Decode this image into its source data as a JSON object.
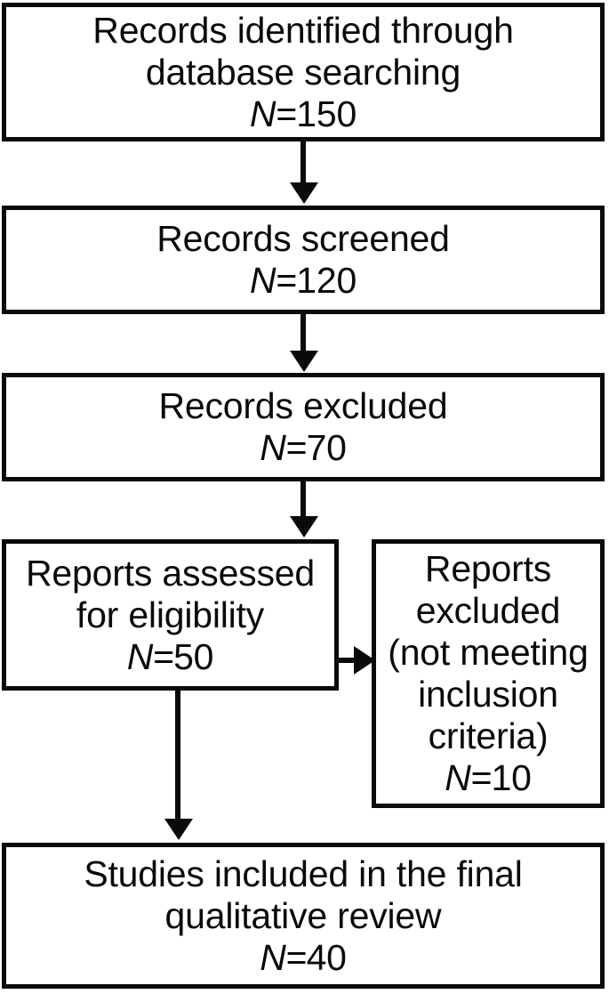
{
  "diagram": {
    "type": "prisma-flow-diagram",
    "title": "",
    "background_color": "#ffffff",
    "line_color": "#0a0a0a",
    "boxes": [
      {
        "id": "identified",
        "name": "records-identified",
        "lines": [
          "Records identified through",
          "database searching"
        ],
        "count_symbol": "N",
        "count_operator": "=",
        "count_value": "150"
      },
      {
        "id": "screened",
        "name": "records-screened",
        "lines": [
          "Records screened"
        ],
        "count_symbol": "N",
        "count_operator": "=",
        "count_value": "120"
      },
      {
        "id": "excluded",
        "name": "records-excluded",
        "lines": [
          "Records excluded"
        ],
        "count_symbol": "N",
        "count_operator": "=",
        "count_value": "70"
      },
      {
        "id": "eligibility",
        "name": "reports-assessed-for-eligibility",
        "lines": [
          "Reports assessed",
          "for eligibility"
        ],
        "count_symbol": "N",
        "count_operator": "=",
        "count_value": "50"
      },
      {
        "id": "reports_excluded",
        "name": "reports-excluded",
        "lines": [
          "Reports",
          "excluded",
          "(not meeting",
          "inclusion",
          "criteria)"
        ],
        "count_symbol": "N",
        "count_operator": "=",
        "count_value": "10"
      },
      {
        "id": "included",
        "name": "studies-included",
        "lines": [
          "Studies included in the final",
          "qualitative review"
        ],
        "count_symbol": "N",
        "count_operator": "=",
        "count_value": "40"
      }
    ],
    "connectors": [
      {
        "id": "c1",
        "from": "identified",
        "to": "screened",
        "direction": "down"
      },
      {
        "id": "c2",
        "from": "screened",
        "to": "excluded",
        "direction": "down"
      },
      {
        "id": "c3",
        "from": "excluded",
        "to": "eligibility",
        "direction": "down"
      },
      {
        "id": "c4",
        "from": "eligibility",
        "to": "reports_excluded",
        "direction": "right"
      },
      {
        "id": "c5",
        "from": "eligibility",
        "to": "included",
        "direction": "down"
      }
    ]
  }
}
